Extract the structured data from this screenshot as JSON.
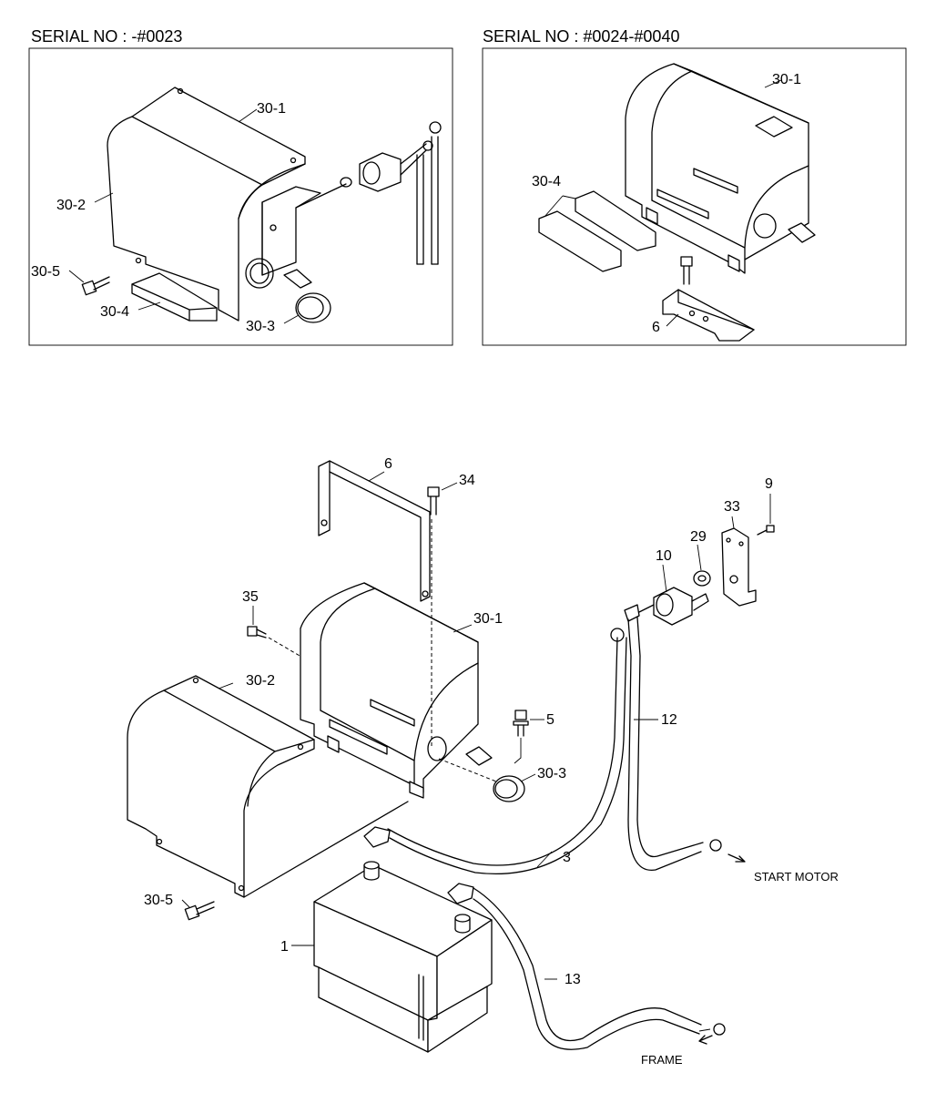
{
  "headers": {
    "left": "SERIAL NO : -#0023",
    "right": "SERIAL NO : #0024-#0040"
  },
  "inset_left": {
    "cover_top": "30-1",
    "cover_side": "30-2",
    "bolt": "30-5",
    "pad": "30-4",
    "grommet": "30-3"
  },
  "inset_right": {
    "box": "30-1",
    "pads": "30-4",
    "bracket": "6"
  },
  "main": {
    "hold_down": "6",
    "bolt_34": "34",
    "screw_35": "35",
    "box": "30-1",
    "cover": "30-2",
    "bolt_5": "5",
    "grommet": "30-3",
    "bolt_30_5": "30-5",
    "battery": "1",
    "cable_3": "3",
    "cable_13": "13",
    "cable_12": "12",
    "switch": "10",
    "washer": "29",
    "plate": "33",
    "screw_9": "9",
    "start_motor": "START MOTOR",
    "frame": "FRAME"
  }
}
